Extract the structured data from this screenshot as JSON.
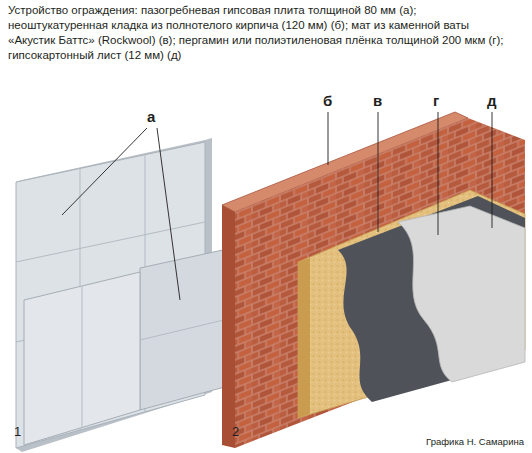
{
  "diagram": {
    "caption": "Устройство ограждения: пазогребневая гипсовая плита толщиной 80 мм (а); неоштукатуренная кладка из полнотелого кирпича (120 мм) (б); мат из каменной ваты «Акустик Баттс» (Rockwool) (в); пергамин или полиэтиленовая плёнка толщиной 200 мкм (г); гипсокартонный лист (12 мм) (д)",
    "labels": [
      "а",
      "б",
      "в",
      "г",
      "д",
      "1",
      "2",
      "Графика Н. Самарина"
    ]
  }
}
